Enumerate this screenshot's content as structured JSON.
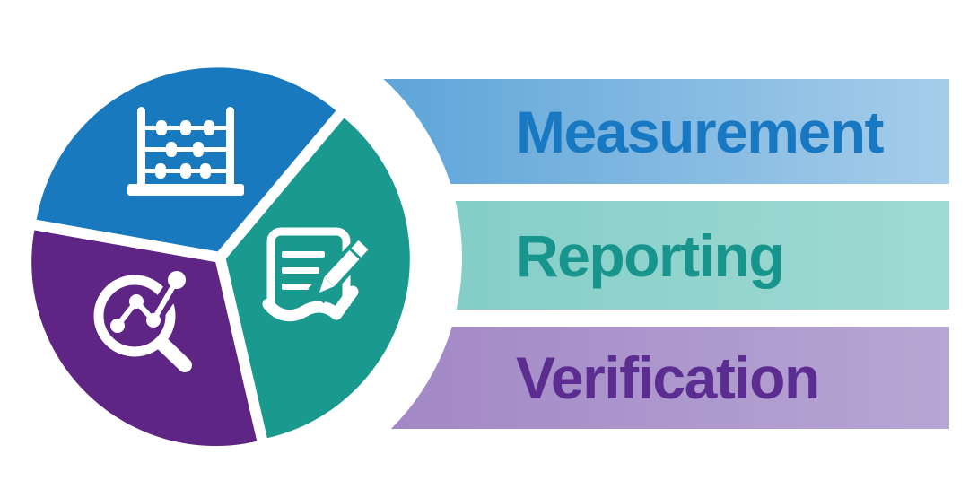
{
  "diagram": {
    "type": "mrv-infographic",
    "white": "#FFFFFF",
    "rows": [
      {
        "label": "Measurement",
        "icon": "abacus-icon",
        "pie_color": "#1879BF",
        "bar_gradient": [
          "#5BA3D8",
          "#A6CDEA"
        ],
        "label_color": "#1878C2"
      },
      {
        "label": "Reporting",
        "icon": "document-pencil-icon",
        "pie_color": "#1A9A8F",
        "bar_gradient": [
          "#7FCCC5",
          "#A0DAD4"
        ],
        "label_color": "#17948C"
      },
      {
        "label": "Verification",
        "icon": "magnifier-chart-icon",
        "pie_color": "#5F2585",
        "bar_gradient": [
          "#A186C5",
          "#B7A6D4"
        ],
        "label_color": "#5C2D91"
      }
    ]
  }
}
